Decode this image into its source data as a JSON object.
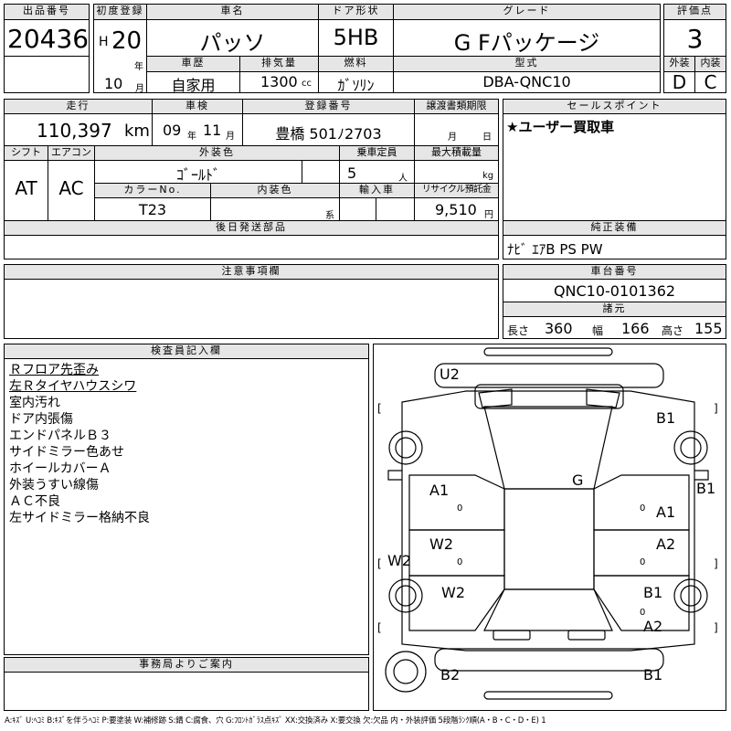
{
  "header": {
    "lot_no_label": "出品番号",
    "lot_no": "20436",
    "first_reg_label": "初度登録",
    "era": "H",
    "year": "20",
    "year_unit": "年",
    "month": "10",
    "month_unit": "月",
    "car_name_label": "車名",
    "car_name": "パッソ",
    "door_label": "ドア形状",
    "door": "5HB",
    "grade_label": "グレード",
    "grade": "G Fパッケージ",
    "score_label": "評価点",
    "score": "3",
    "history_label": "車歴",
    "history": "自家用",
    "displacement_label": "排気量",
    "displacement": "1300",
    "displacement_unit": "cc",
    "fuel_label": "燃料",
    "fuel": "ｶﾞｿﾘﾝ",
    "model_label": "型式",
    "model": "DBA-QNC10",
    "exterior_label": "外装",
    "exterior": "D",
    "interior_label": "内装",
    "interior": "C"
  },
  "row2": {
    "mileage_label": "走行",
    "mileage": "110,397",
    "mileage_unit": "km",
    "inspection_label": "車検",
    "insp_year": "09",
    "insp_year_unit": "年",
    "insp_month": "11",
    "insp_month_unit": "月",
    "plate_label": "登録番号",
    "plate": "豊橋 501ﾉ2703",
    "transfer_label": "譲渡書類期限",
    "transfer_month_unit": "月",
    "transfer_day_unit": "日",
    "sales_point_label": "セールスポイント",
    "sales_point": "★ユーザー買取車"
  },
  "row3": {
    "shift_label": "シフト",
    "shift": "AT",
    "ac_label": "エアコン",
    "ac": "AC",
    "color_label": "外装色",
    "color": "ｺﾞｰﾙﾄﾞ",
    "capacity_label": "乗車定員",
    "capacity": "5",
    "capacity_unit": "人",
    "load_label": "最大積載量",
    "load_unit": "kg",
    "color_no_label": "カラーNo.",
    "color_no": "T23",
    "interior_color_label": "内装色",
    "interior_color_unit": "系",
    "import_label": "輸入車",
    "recycle_label": "リサイクル預託金",
    "recycle": "9,510",
    "recycle_unit": "円",
    "later_parts_label": "後日発送部品",
    "genuine_label": "純正装備",
    "genuine": "ﾅﾋﾞ ｴｱB PS PW"
  },
  "notes": {
    "cautions_label": "注意事項欄",
    "chassis_label": "車台番号",
    "chassis": "QNC10-0101362",
    "dims_label": "諸元",
    "length_label": "長さ",
    "length": "360",
    "width_label": "幅",
    "width": "166",
    "height_label": "高さ",
    "height": "155"
  },
  "inspector": {
    "label": "検査員記入欄",
    "lines": [
      "Ｒフロア先歪み",
      "左Ｒタイヤハウスシワ",
      "室内汚れ",
      "ドア内張傷",
      "エンドパネルＢ３",
      "サイドミラー色あせ",
      "ホイールカバーＡ",
      "外装うすい線傷",
      "ＡＣ不良",
      "左サイドミラー格納不良"
    ]
  },
  "office": {
    "label": "事務局よりご案内"
  },
  "diagram": {
    "marks": [
      "U2",
      "B1",
      "B1",
      "A1",
      "G",
      "A1",
      "W2",
      "A2",
      "W2",
      "B1",
      "W2",
      "A2",
      "B2",
      "B1"
    ],
    "zeros": [
      "0",
      "0",
      "0",
      "0",
      "0"
    ],
    "bracket_left": "[",
    "bracket_right": "]"
  },
  "footer": {
    "legend": "A:ｷｽﾞ U:ﾍｺﾐ B:ｷｽﾞを伴うﾍｺﾐ P:要塗装 W:補修跡 S:錆 C:腐食、穴 G:ﾌﾛﾝﾄｶﾞﾗｽ点ｷｽﾞ XX:交換済み X:要交換 欠:欠品 内・外装評価 5段階ﾗﾝｸ順(A・B・C・D・E) 1"
  }
}
